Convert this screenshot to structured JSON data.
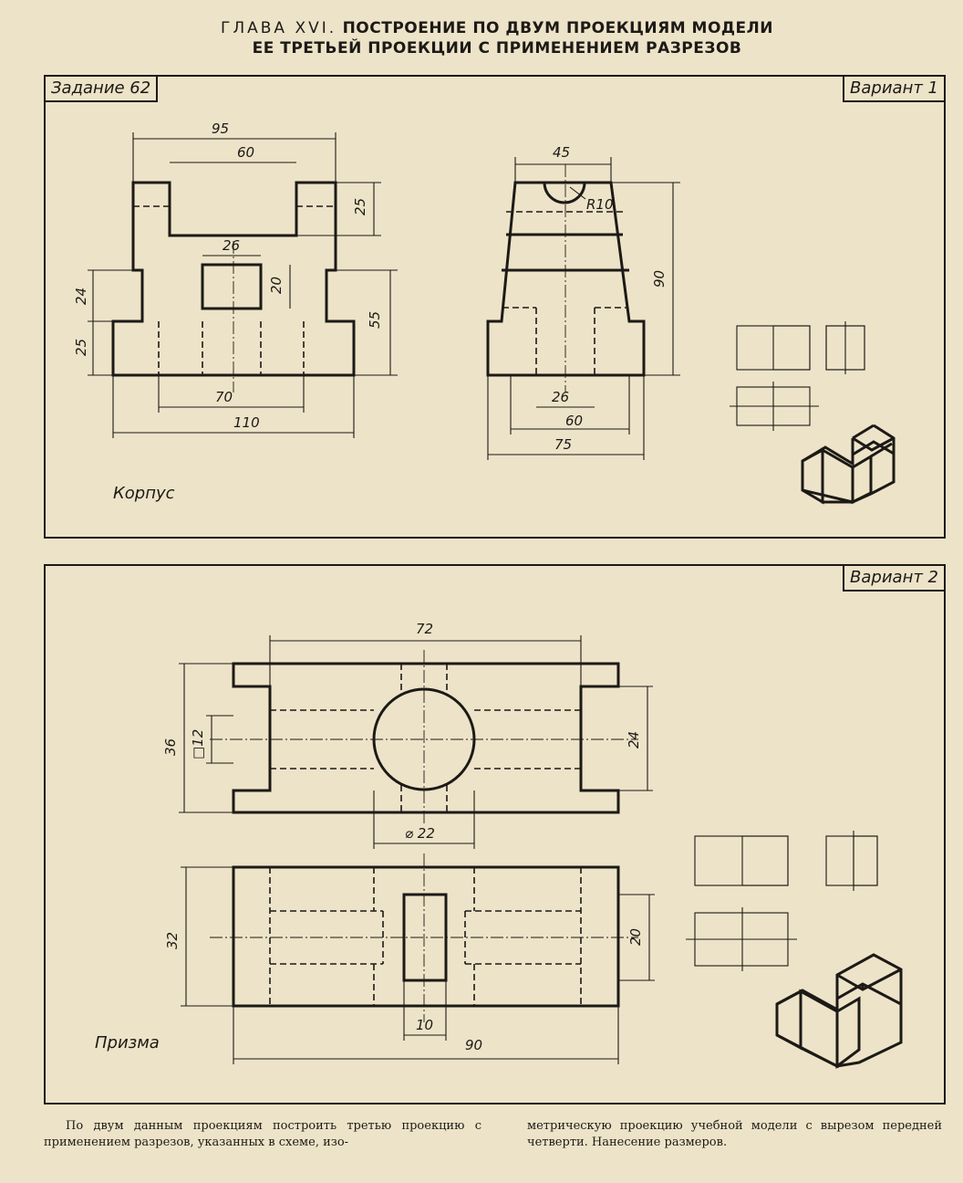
{
  "header": {
    "chapter": "ГЛАВА XVI.",
    "title_line1": "ПОСТРОЕНИЕ ПО ДВУМ ПРОЕКЦИЯМ МОДЕЛИ",
    "title_line2": "ЕЕ ТРЕТЬЕЙ ПРОЕКЦИИ С ПРИМЕНЕНИЕМ РАЗРЕЗОВ"
  },
  "task": {
    "label": "Задание 62"
  },
  "variant1": {
    "label": "Вариант 1",
    "part_name": "Корпус",
    "front_dims": {
      "overall_top": "95",
      "slot_width": "60",
      "slot_depth": "25",
      "window_width": "26",
      "window_height": "20",
      "mid_height": "24",
      "base_height": "25",
      "total_height": "55",
      "bottom_inner": "70",
      "base_width": "110"
    },
    "side_dims": {
      "top_width": "45",
      "radius": "R10",
      "total_height": "90",
      "inner_width": "26",
      "base_inner": "60",
      "base_width": "75"
    }
  },
  "variant2": {
    "label": "Вариант 2",
    "part_name": "Призма",
    "top_dims": {
      "overall": "72",
      "height": "36",
      "square": "□12",
      "inner": "24",
      "hole": "⌀ 22"
    },
    "bottom_dims": {
      "height": "32",
      "inner": "20",
      "slot": "10",
      "length": "90"
    }
  },
  "footer": {
    "left": "По двум данным проекциям построить третью проекцию с применением разрезов, указанных в схеме, изо-",
    "right": "метрическую проекцию учебной модели с вырезом передней четверти. Нанесение размеров."
  }
}
